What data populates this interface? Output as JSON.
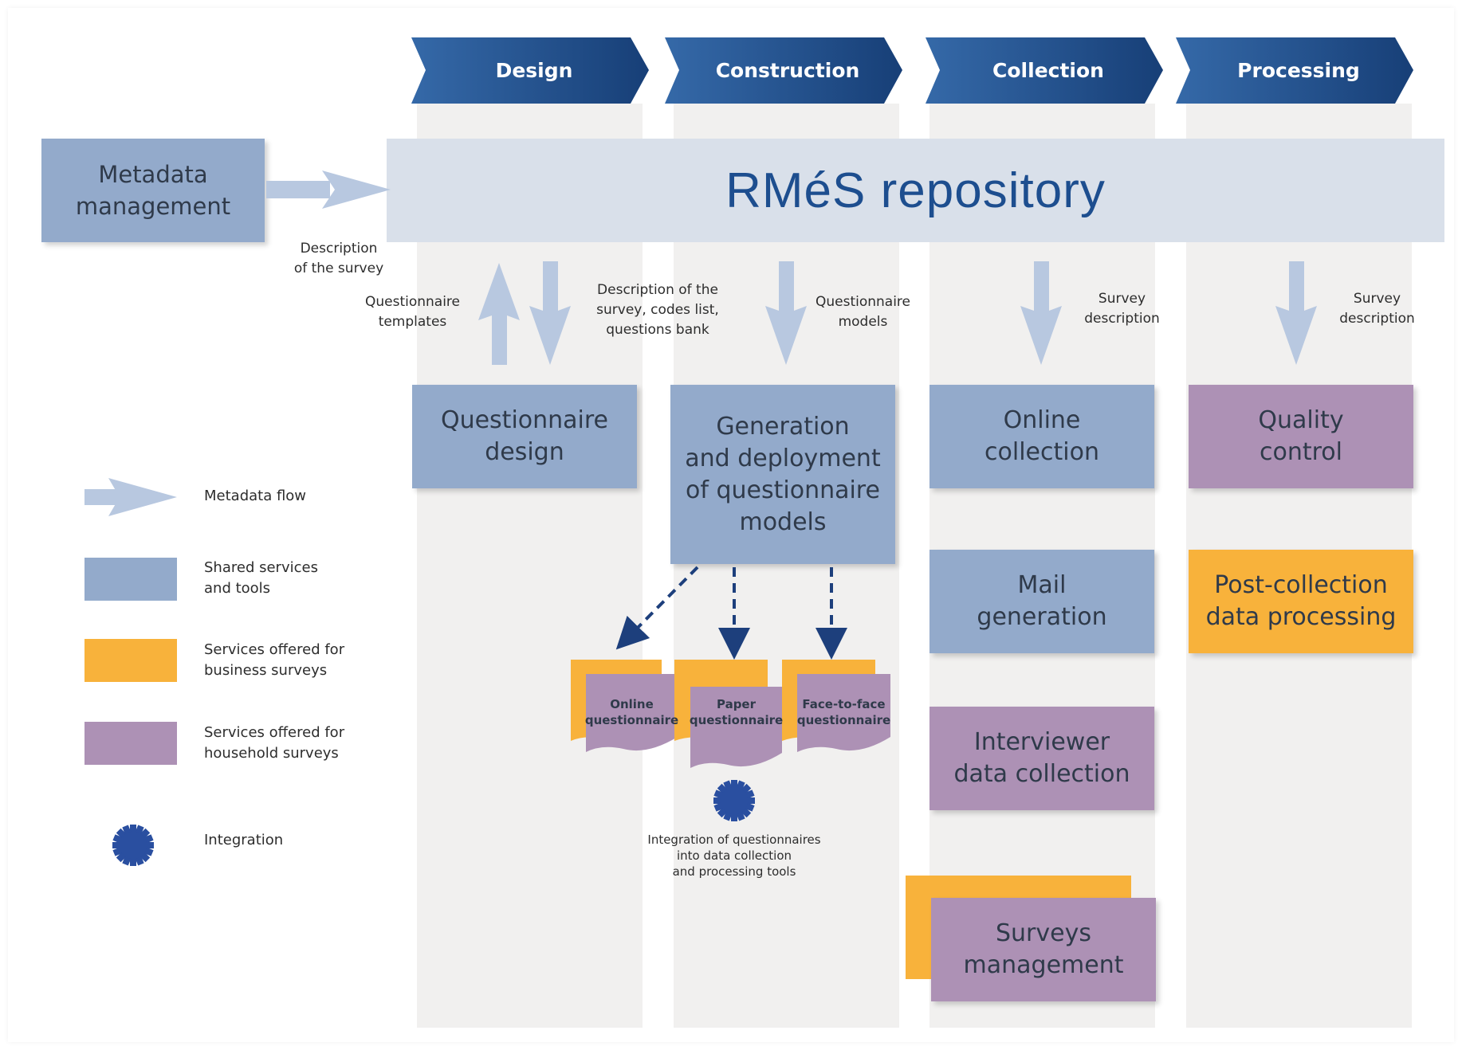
{
  "stages": [
    "Design",
    "Construction",
    "Collection",
    "Processing"
  ],
  "repository": {
    "title": "RMéS repository"
  },
  "metadata_management": "Metadata\nmanagement",
  "flows": {
    "description_survey": "Description\nof the survey",
    "questionnaire_templates": "Questionnaire\ntemplates",
    "description_codes": "Description of the\nsurvey, codes list,\nquestions bank",
    "questionnaire_models": "Questionnaire\nmodels",
    "survey_description_collection": "Survey\ndescription",
    "survey_description_processing": "Survey\ndescription"
  },
  "boxes": {
    "questionnaire_design": "Questionnaire\ndesign",
    "generation": "Generation\nand deployment\nof questionnaire\nmodels",
    "online_collection": "Online\ncollection",
    "mail_generation": "Mail\ngeneration",
    "interviewer": "Interviewer\ndata collection",
    "surveys_management": "Surveys\nmanagement",
    "quality_control": "Quality\ncontrol",
    "post_collection": "Post-collection\ndata processing"
  },
  "documents": {
    "online": "Online\nquestionnaire",
    "paper": "Paper\nquestionnaire",
    "face": "Face-to-face\nquestionnaire"
  },
  "integration_caption": "Integration of questionnaires\ninto data collection\nand processing tools",
  "legend": {
    "metadata_flow": "Metadata flow",
    "shared": "Shared services\nand tools",
    "business": "Services offered for\nbusiness surveys",
    "household": "Services offered for\nhousehold surveys",
    "integration": "Integration"
  },
  "colors": {
    "stage_blue": "#1f4f8c",
    "shared_blue": "#93aacb",
    "business_orange": "#f8b23b",
    "household_purple": "#ad91b5",
    "arrow_light": "#b8c8e0",
    "integration_blue": "#2a4fa0"
  }
}
